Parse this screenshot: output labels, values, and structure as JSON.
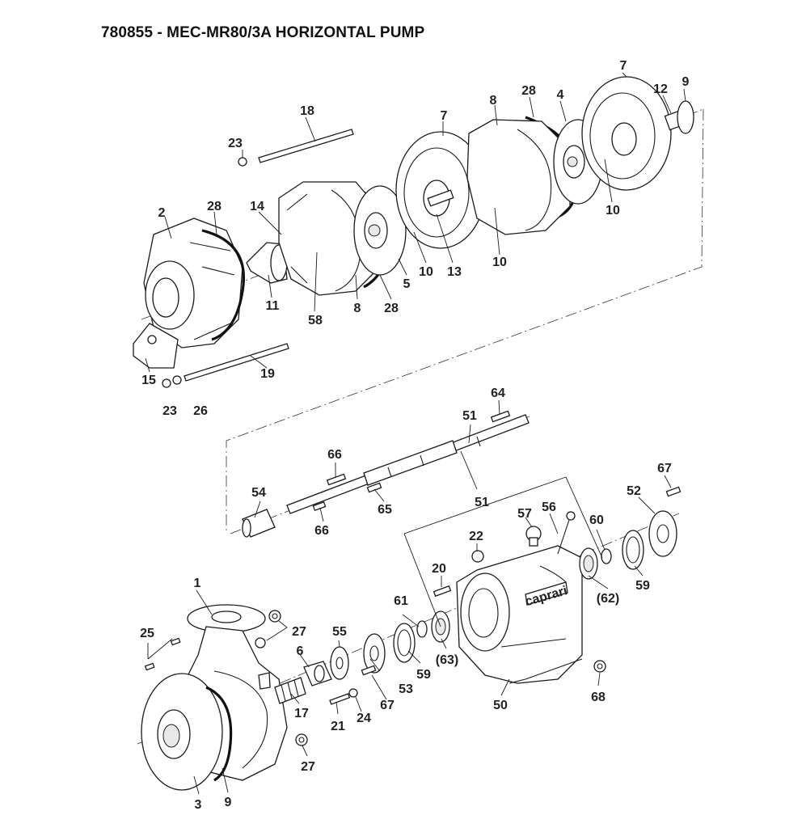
{
  "title": "780855 - MEC-MR80/3A HORIZONTAL PUMP",
  "labels": {
    "l1": "1",
    "l2": "2",
    "l3": "3",
    "l4": "4",
    "l5": "5",
    "l6": "6",
    "l7a": "7",
    "l7b": "7",
    "l8a": "8",
    "l8b": "8",
    "l9a": "9",
    "l9b": "9",
    "l10a": "10",
    "l10b": "10",
    "l10c": "10",
    "l11": "11",
    "l12": "12",
    "l13": "13",
    "l14": "14",
    "l15": "15",
    "l17": "17",
    "l18": "18",
    "l19": "19",
    "l20": "20",
    "l21": "21",
    "l22": "22",
    "l23a": "23",
    "l23b": "23",
    "l24": "24",
    "l25": "25",
    "l26": "26",
    "l27a": "27",
    "l27b": "27",
    "l28a": "28",
    "l28b": "28",
    "l28c": "28",
    "l50": "50",
    "l51a": "51",
    "l51b": "51",
    "l52": "52",
    "l53": "53",
    "l54": "54",
    "l55": "55",
    "l56": "56",
    "l57": "57",
    "l58": "58",
    "l59a": "59",
    "l59b": "59",
    "l60": "60",
    "l61": "61",
    "l62": "(62)",
    "l63": "(63)",
    "l64": "64",
    "l65": "65",
    "l66a": "66",
    "l66b": "66",
    "l67a": "67",
    "l67b": "67",
    "l68": "68"
  },
  "brand_plate": "caprari"
}
